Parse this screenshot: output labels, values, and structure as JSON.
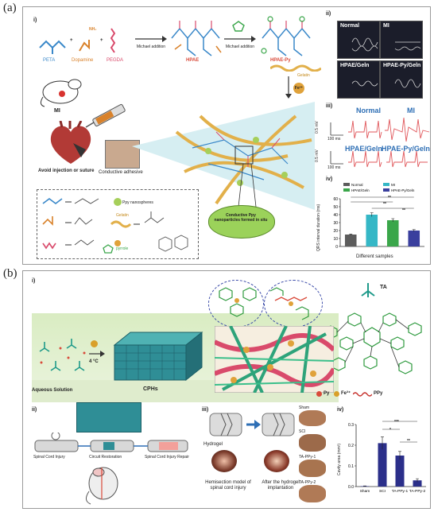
{
  "panel_a": {
    "letter": "(a)",
    "sub_i": "i)",
    "sub_ii": "ii)",
    "sub_iii": "iii)",
    "sub_iv": "iv)",
    "peta": "PETA",
    "dopamine": "Dopamine",
    "pegda": "PEGDA",
    "michael1": "Michael addition",
    "michael2": "Michael addition",
    "hpae": "HPAE",
    "hpae_py": "HPAE-Py",
    "gelatin": "Gelatin",
    "fe": "Fe³⁺",
    "mi": "MI",
    "avoid": "Avoid injection or suture",
    "conductive_adhesive": "Conductive adhesive",
    "ppy_formed": "Conductive Ppy nanoparticles formed in situ",
    "legend_ppy": "Ppy nanospheres",
    "legend_gelatin": "Gelatin",
    "legend_pyrrole": "pyrrole",
    "echo_labels": [
      "Normal",
      "MI",
      "HPAE/Geln",
      "HPAE-Py/Geln"
    ],
    "ecg_labels": [
      "Normal",
      "MI",
      "HPAE/Geln",
      "HPAE-Py/Geln"
    ],
    "ecg_scale_v": "0.5 mV",
    "ecg_scale_t": "100 ms",
    "sig1": "**",
    "sig2": "**",
    "sig3": "**"
  },
  "panel_b": {
    "letter": "(b)",
    "sub_i": "i)",
    "sub_ii": "ii)",
    "sub_iii": "iii)",
    "sub_iv": "iv)",
    "ta": "TA",
    "aqueous": "Aqueous Solution",
    "temp": "4 °C",
    "cphs": "CPHs",
    "legend_py": "Py",
    "legend_fe": "Fe³⁺",
    "legend_ppy": "PPy",
    "sci": "Spinal Cord Injury",
    "circuit": "Circuit Restoration",
    "repair": "Spinal Cord Injury Repair",
    "hydrogel": "Hydrogel",
    "hemisection": "Hemisection model of spinal cord injury",
    "after": "After the hydrogel implantation",
    "tissue_labels": [
      "Sham",
      "SCI",
      "TA-PPy-1",
      "TA-PPy-2"
    ],
    "sig1": "***",
    "sig2": "*",
    "sig3": "**"
  },
  "chart_data": [
    {
      "type": "bar",
      "title": "",
      "xlabel": "Different samples",
      "ylabel": "QRS interval duration (ms)",
      "ylim": [
        0,
        60
      ],
      "yticks": [
        0,
        10,
        20,
        30,
        40,
        50,
        60
      ],
      "categories": [
        "Normal",
        "MI",
        "HPAE/Geln",
        "HPAE-Py/Geln"
      ],
      "values": [
        15,
        40,
        33,
        20
      ],
      "errors": [
        0.7,
        2.5,
        2.0,
        1.2
      ],
      "colors": [
        "#5c5c5c",
        "#35b7c6",
        "#3aa64a",
        "#3a3f9e"
      ],
      "legend": [
        "Normal",
        "MI",
        "HPAE/Geln",
        "HPAE-Py/Geln"
      ]
    },
    {
      "type": "bar",
      "title": "",
      "xlabel": "",
      "ylabel": "Cavity area (mm²)",
      "ylim": [
        0,
        0.3
      ],
      "yticks": [
        0.0,
        0.1,
        0.2,
        0.3
      ],
      "ytick_labels": [
        "0.0",
        "0.1",
        "0.2",
        "0.3"
      ],
      "categories": [
        "Sham",
        "SCI",
        "TA-PPy-1",
        "TA-PPy-2"
      ],
      "values": [
        0.002,
        0.21,
        0.15,
        0.03
      ],
      "errors": [
        0.001,
        0.03,
        0.02,
        0.008
      ],
      "colors": [
        "#2b2f8a",
        "#2b2f8a",
        "#2b2f8a",
        "#2b2f8a"
      ]
    }
  ]
}
